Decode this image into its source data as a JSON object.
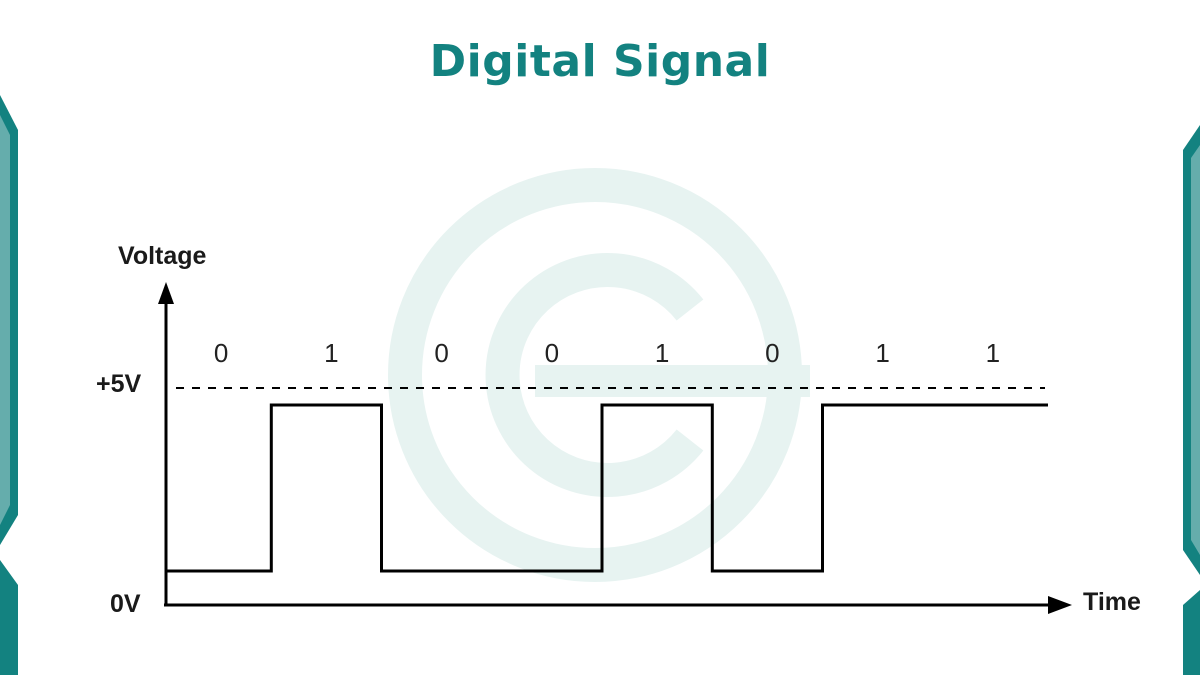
{
  "title": "Digital Signal",
  "colors": {
    "accent": "#138280",
    "watermark": "#e7f3f1",
    "ink": "#000000"
  },
  "axes": {
    "y_label": "Voltage",
    "x_label": "Time",
    "high_level_label": "+5V",
    "low_level_label": "0V"
  },
  "signal": {
    "bits": [
      "0",
      "1",
      "0",
      "0",
      "1",
      "0",
      "1",
      "1"
    ],
    "high_voltage": 5,
    "low_voltage": 0
  }
}
